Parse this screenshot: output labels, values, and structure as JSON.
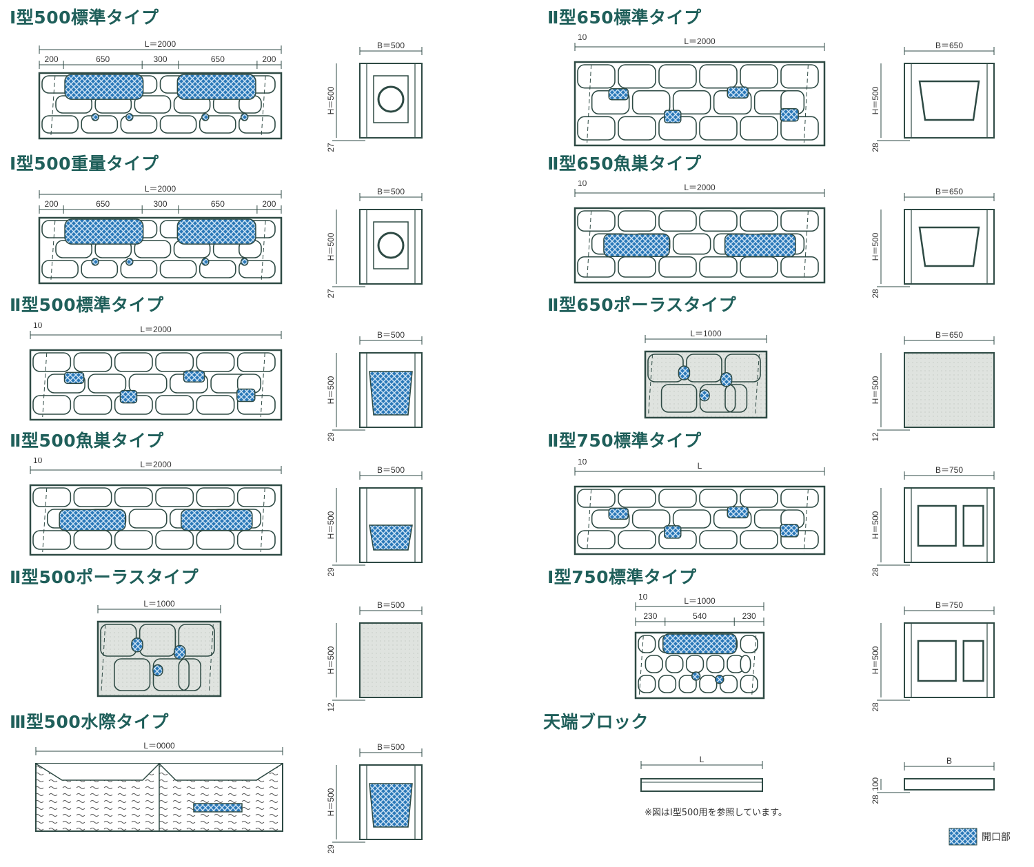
{
  "sections": [
    {
      "title": "Ⅰ型500標準タイプ",
      "elevation": {
        "total": "L＝2000",
        "segments": [
          "200",
          "650",
          "300",
          "650",
          "200"
        ],
        "openings": "large-top"
      },
      "section_view": {
        "width": "B＝500",
        "height": "H＝500",
        "base": "27",
        "type": "circle"
      }
    },
    {
      "title": "Ⅰ型500重量タイプ",
      "elevation": {
        "total": "L＝2000",
        "segments": [
          "200",
          "650",
          "300",
          "650",
          "200"
        ],
        "openings": "large-top"
      },
      "section_view": {
        "width": "B＝500",
        "height": "H＝500",
        "base": "27",
        "type": "circle"
      }
    },
    {
      "title": "Ⅱ型500標準タイプ",
      "elevation": {
        "total": "L＝2000",
        "offset": "10",
        "openings": "small-scattered"
      },
      "section_view": {
        "width": "B＝500",
        "height": "H＝500",
        "base": "29",
        "type": "mesh-trapezoid"
      }
    },
    {
      "title": "Ⅱ型500魚巣タイプ",
      "elevation": {
        "total": "L＝2000",
        "offset": "10",
        "openings": "long-band"
      },
      "section_view": {
        "width": "B＝500",
        "height": "H＝500",
        "base": "29",
        "type": "mesh-small"
      }
    },
    {
      "title": "Ⅱ型500ポーラスタイプ",
      "elevation": {
        "total": "L＝1000",
        "openings": "porous"
      },
      "section_view": {
        "width": "B＝500",
        "height": "H＝500",
        "base": "12",
        "type": "porous"
      }
    },
    {
      "title": "Ⅲ型500水際タイプ",
      "elevation": {
        "total": "L＝0000",
        "openings": "waterside"
      },
      "section_view": {
        "width": "B＝500",
        "height": "H＝500",
        "base": "29",
        "type": "mesh-waterside"
      }
    },
    {
      "title": "Ⅱ型650標準タイプ",
      "elevation": {
        "total": "L＝2000",
        "offset": "10",
        "openings": "small-scattered"
      },
      "section_view": {
        "width": "B＝650",
        "height": "H＝500",
        "base": "28",
        "type": "trapezoid"
      }
    },
    {
      "title": "Ⅱ型650魚巣タイプ",
      "elevation": {
        "total": "L＝2000",
        "offset": "10",
        "openings": "long-band"
      },
      "section_view": {
        "width": "B＝650",
        "height": "H＝500",
        "base": "28",
        "type": "trapezoid"
      }
    },
    {
      "title": "Ⅱ型650ポーラスタイプ",
      "elevation": {
        "total": "L＝1000",
        "openings": "porous"
      },
      "section_view": {
        "width": "B＝650",
        "height": "H＝500",
        "base": "12",
        "type": "porous"
      }
    },
    {
      "title": "Ⅱ型750標準タイプ",
      "elevation": {
        "total": "L",
        "offset": "10",
        "openings": "small-scattered"
      },
      "section_view": {
        "width": "B＝750",
        "height": "H＝500",
        "base": "28",
        "type": "double"
      }
    },
    {
      "title": "Ⅰ型750標準タイプ",
      "elevation": {
        "total": "L＝1000",
        "offset": "10",
        "segments": [
          "230",
          "540",
          "230"
        ],
        "openings": "large-top-small"
      },
      "section_view": {
        "width": "B＝750",
        "height": "H＝500",
        "base": "28",
        "type": "double"
      }
    },
    {
      "title": "天端ブロック",
      "elevation": {
        "total": "L",
        "openings": "cap"
      },
      "section_view": {
        "width": "B",
        "height": "100",
        "base": "28",
        "type": "cap"
      }
    }
  ],
  "note": "※図はⅠ型500用を参照しています。",
  "legend": {
    "label": "開口部"
  },
  "colors": {
    "title": "#1f5f5a",
    "outline": "#2e4a44",
    "opening": "#2a78b8",
    "porous_fill": "#dfe3df",
    "stone_fill": "#ffffff"
  }
}
